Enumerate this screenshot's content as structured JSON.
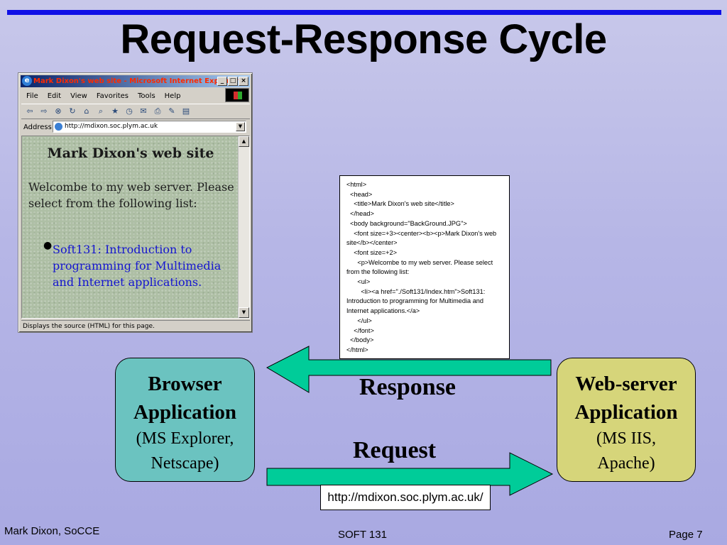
{
  "slide": {
    "title": "Request-Response Cycle"
  },
  "ie_window": {
    "title": "Mark Dixon's web site - Microsoft Internet Explorer",
    "menu": [
      "File",
      "Edit",
      "View",
      "Favorites",
      "Tools",
      "Help"
    ],
    "address_label": "Address",
    "address_value": "http://mdixon.soc.plym.ac.uk",
    "page_heading": "Mark Dixon's web site",
    "page_text": "Welcombe to my web server. Please select from the following list:",
    "page_link": "Soft131: Introduction to programming for Multimedia and Internet applications.",
    "status": "Displays the source (HTML) for this page."
  },
  "source_code": "<html>\n  <head>\n    <title>Mark Dixon's web site</title>\n  </head>\n  <body background=\"BackGround.JPG\">\n    <font size=+3><center><b><p>Mark Dixon's web site</b></center>\n    <font size=+2>\n      <p>Welcombe to my web server. Please select from the following list:\n      <ul>\n        <li><a href=\"./Soft131/Index.htm\">Soft131: Introduction to programming for Multimedia and Internet applications.</a>\n      </ul>\n    </font>\n  </body>\n</html>",
  "browser_app": {
    "name_line1": "Browser",
    "name_line2": "Application",
    "sub_line1": "(MS Explorer,",
    "sub_line2": "Netscape)"
  },
  "server_app": {
    "name_line1": "Web-server",
    "name_line2": "Application",
    "sub_line1": "(MS IIS,",
    "sub_line2": "Apache)"
  },
  "flow": {
    "response_label": "Response",
    "request_label": "Request",
    "request_url": "http://mdixon.soc.plym.ac.uk/"
  },
  "footer": {
    "left": "Mark Dixon, SoCCE",
    "center": "SOFT 131",
    "right": "Page 7"
  },
  "colors": {
    "title_rule": "#1010e6",
    "arrow_fill": "#00cc99",
    "browser_box": "#6bc3c0",
    "server_box": "#d6d57a"
  }
}
